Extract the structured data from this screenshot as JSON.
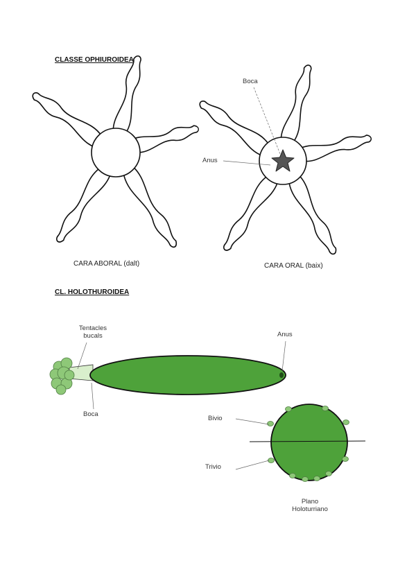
{
  "ophiuroidea": {
    "heading": "CLASSE OPHIUROIDEA",
    "caption_aboral": "CARA ABORAL (dalt)",
    "caption_oral": "CARA ORAL (baix)",
    "label_boca": "Boca",
    "label_anus": "Anus"
  },
  "holothuroidea": {
    "heading": "CL. HOLOTHUROIDEA",
    "label_tentacles_line1": "Tentacles",
    "label_tentacles_line2": "bucals",
    "label_anus": "Anus",
    "label_boca": "Boca",
    "label_bivio": "Bivio",
    "label_trivio": "Trivio",
    "label_plano_line1": "Plano",
    "label_plano_line2": "Holoturriano"
  },
  "colors": {
    "body_green": "#4ea23a",
    "light_green": "#8ec878",
    "pale_green": "#d9efcc",
    "outline": "#111111"
  },
  "icons": [
    "brittle-star-aboral",
    "brittle-star-oral",
    "sea-cucumber",
    "holothurian-section"
  ]
}
